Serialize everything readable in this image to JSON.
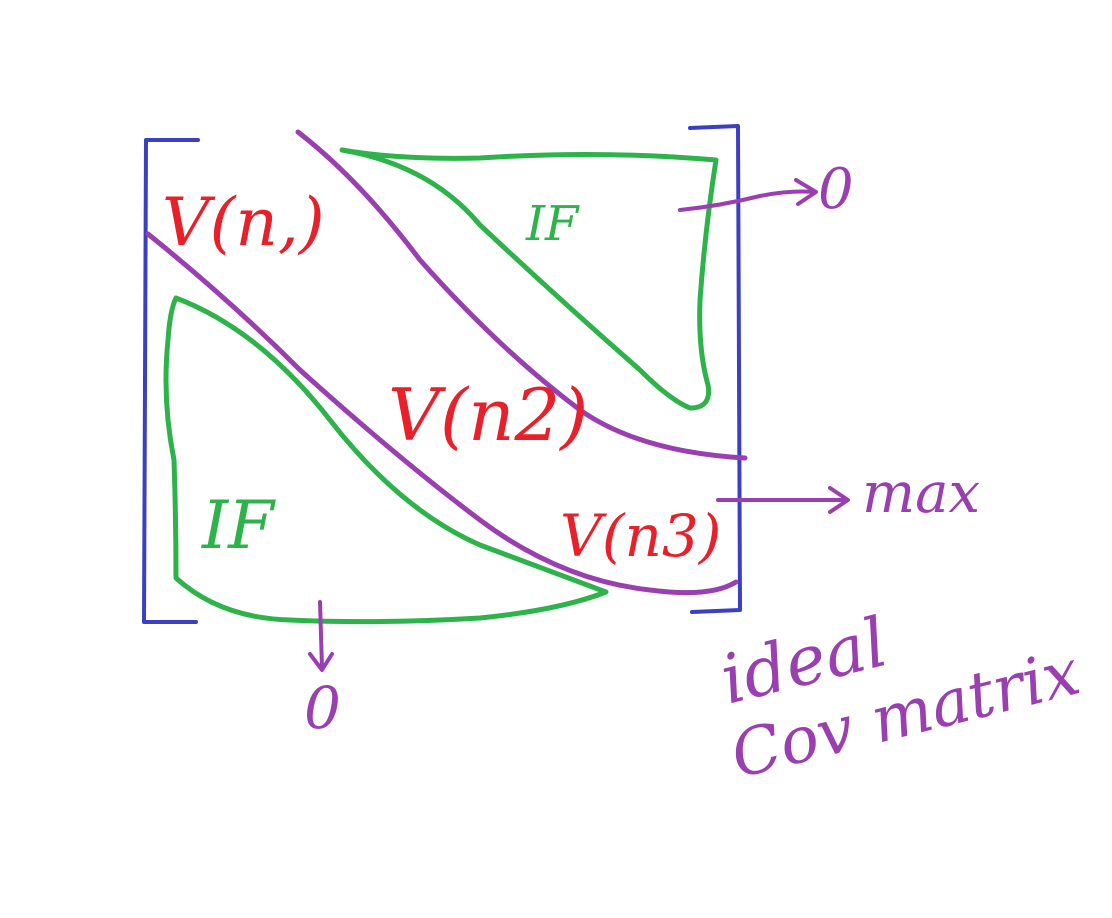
{
  "colors": {
    "bracket": "#3a3fc4",
    "region": "#2db34a",
    "label": "#e8202a",
    "annotation": "#9a3fb0",
    "background": "#ffffff"
  },
  "labels": {
    "v1": "V(n,)",
    "v2": "V(n2)",
    "v3": "V(n3)",
    "if_upper": "IF",
    "if_lower": "IF"
  },
  "annotations": {
    "zero_right": "0",
    "zero_bottom": "0",
    "max": "max",
    "caption_line1": "ideal",
    "caption_line2": "Cov matrix"
  },
  "icons": [
    "arrow-right-icon",
    "arrow-down-icon"
  ]
}
